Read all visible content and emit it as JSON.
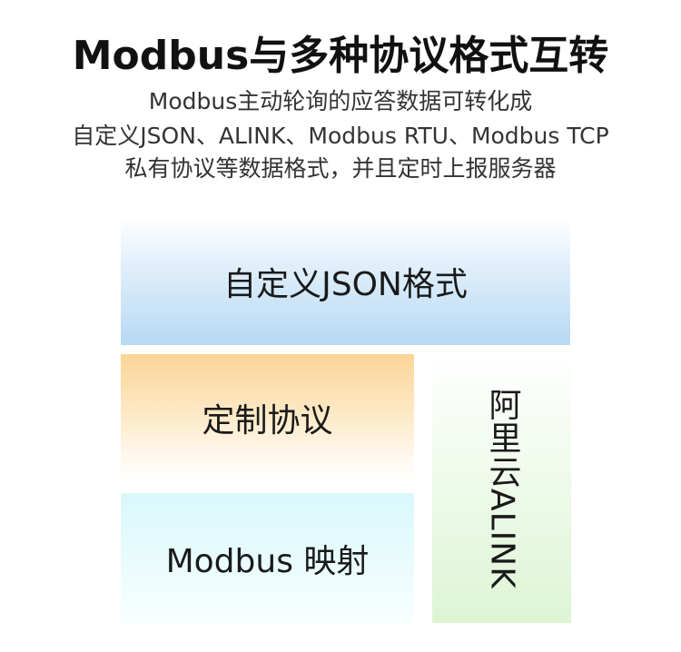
{
  "header": {
    "title": "Modbus与多种协议格式互转",
    "subtitle_lines": [
      "Modbus主动轮询的应答数据可转化成",
      "自定义JSON、ALINK、Modbus RTU、Modbus TCP",
      "私有协议等数据格式，并且定时上报服务器"
    ]
  },
  "blocks": {
    "json": "自定义JSON格式",
    "custom": "定制协议",
    "modbus_map": "Modbus 映射",
    "aliyun": "阿里云ALINK"
  }
}
